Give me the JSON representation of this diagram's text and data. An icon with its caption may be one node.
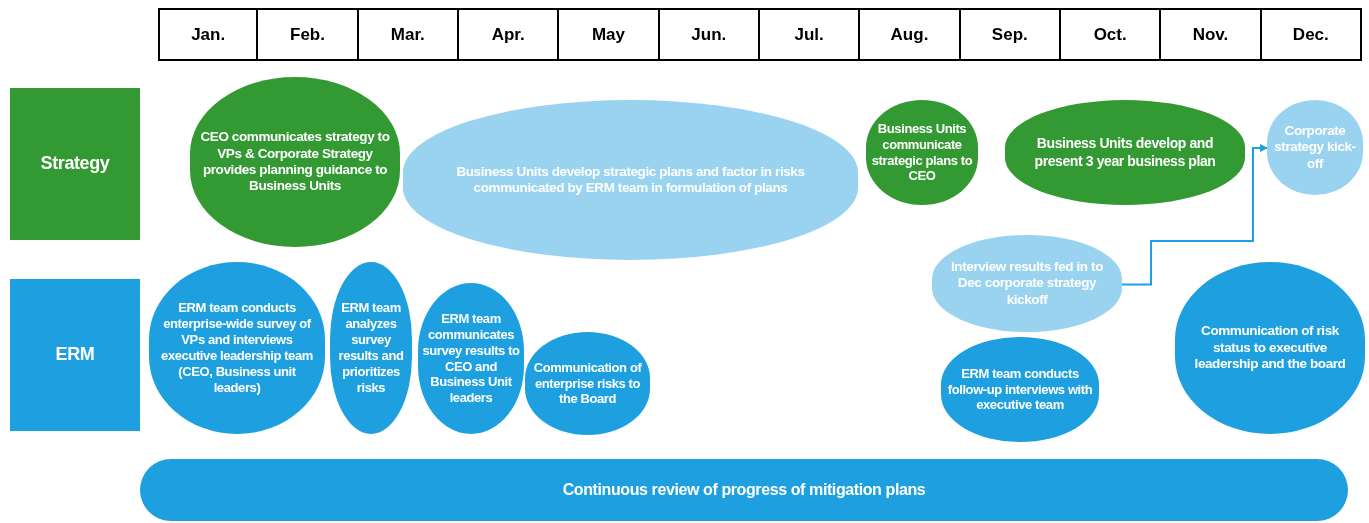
{
  "diagram": {
    "nodes": [
      {
        "text": [
          "Strategy"
        ]
      },
      {
        "text": [
          "ERM"
        ]
      },
      {
        "text": [
          "CEO communicates strategy to VPs & Corporate Strategy provides planning guidance to Business Units"
        ]
      },
      {
        "text": [
          "Business Units develop strategic plans and factor in risks communicated by ERM team in formulation of plans"
        ]
      },
      {
        "text": [
          "Business Units communicate strategic plans to CEO"
        ]
      },
      {
        "text": [
          "Business Units develop and present 3 year business plan"
        ]
      },
      {
        "text": [
          "Corporate strategy kick-off"
        ]
      },
      {
        "text": [
          "ERM team conducts enterprise-wide survey of VPs and interviews executive leadership team (CEO, Business unit leaders)"
        ]
      },
      {
        "text": [
          "ERM team analyzes survey results and prioritizes risks"
        ]
      },
      {
        "text": [
          "ERM team communicates survey results to CEO and Business Unit leaders"
        ]
      },
      {
        "text": [
          "Communication of enterprise risks to the Board"
        ]
      },
      {
        "text": [
          "Interview results fed in to Dec corporate strategy kickoff"
        ]
      },
      {
        "text": [
          "ERM team conducts follow-up interviews with executive team"
        ]
      },
      {
        "text": [
          "Communication of risk status to executive leadership and the board"
        ]
      },
      {
        "text": [
          "Continuous review of progress of mitigation plans"
        ]
      }
    ],
    "edges": [
      {
        "from": 11,
        "to": 6,
        "arrow": "to"
      }
    ],
    "labels": [
      "Jan.",
      "Feb.",
      "Mar.",
      "Apr.",
      "May",
      "Jun.",
      "Jul.",
      "Aug.",
      "Sep.",
      "Oct.",
      "Nov.",
      "Dec."
    ]
  }
}
